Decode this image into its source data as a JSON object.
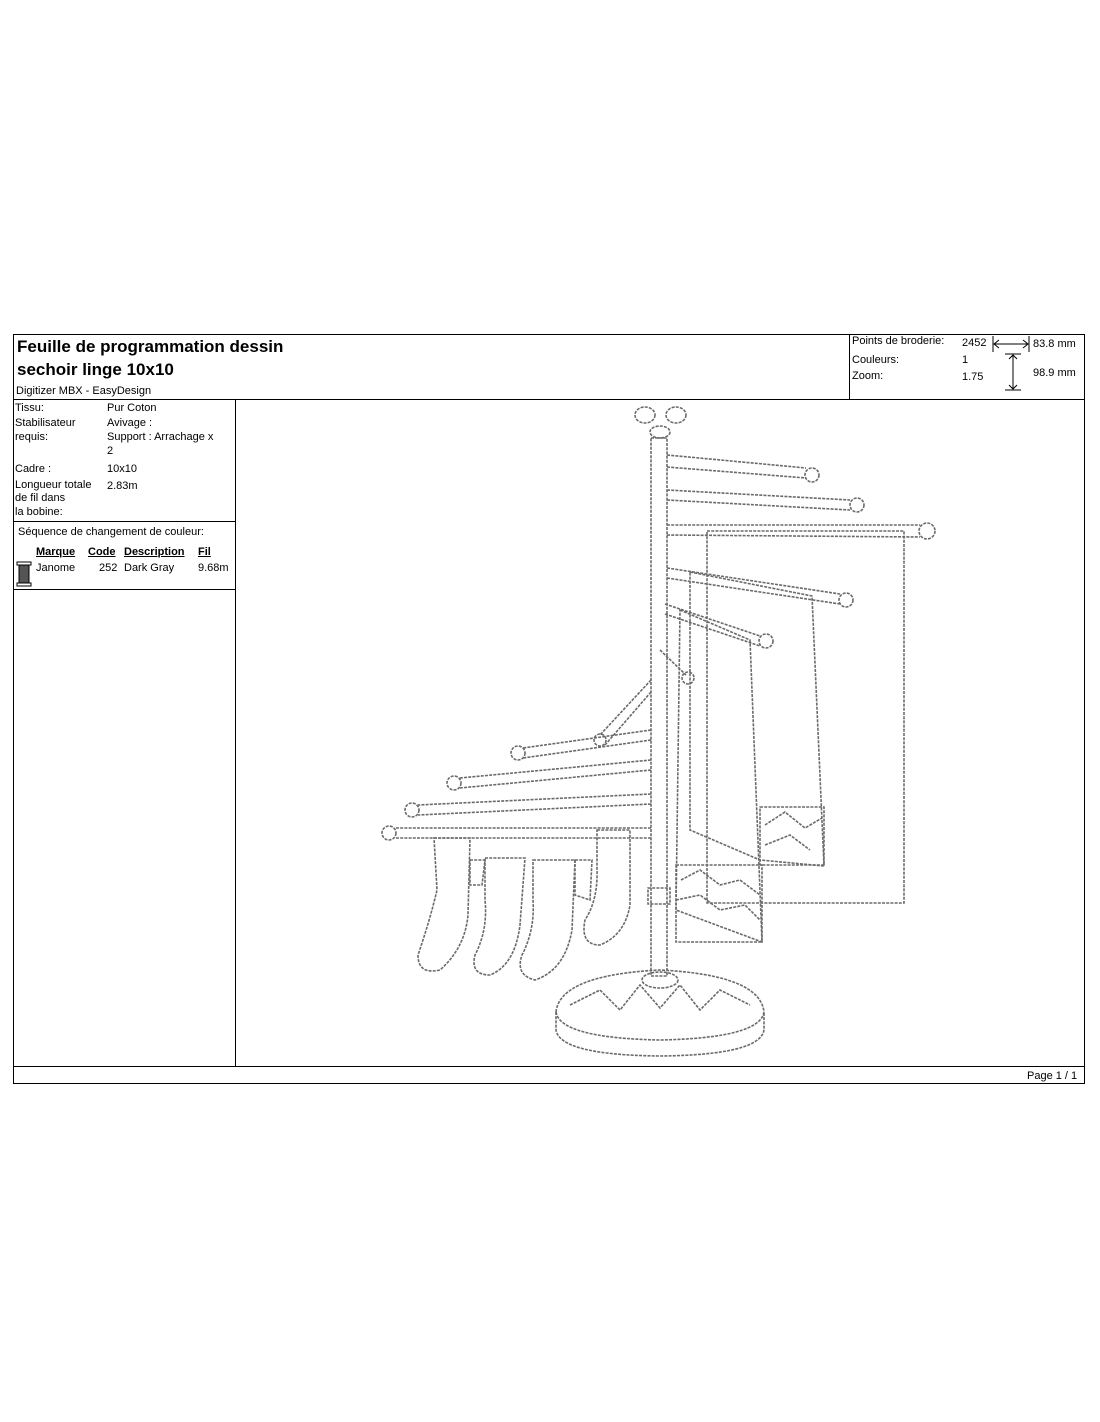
{
  "header": {
    "title_line1": "Feuille de programmation dessin",
    "title_line2": "sechoir linge 10x10",
    "software": "Digitizer MBX - EasyDesign"
  },
  "stats": {
    "points_label": "Points de broderie:",
    "points_value": "2452",
    "colors_label": "Couleurs:",
    "colors_value": "1",
    "zoom_label": "Zoom:",
    "zoom_value": "1.75",
    "width": "83.8 mm",
    "height": "98.9 mm"
  },
  "details": {
    "fabric_label": "Tissu:",
    "fabric_value": "Pur Coton",
    "stabilizer_label_1": "Stabilisateur",
    "stabilizer_label_2": "requis:",
    "stabilizer_value_1": "Avivage :",
    "stabilizer_value_2": "Support : Arrachage x",
    "stabilizer_value_3": "2",
    "frame_label": "Cadre :",
    "frame_value": "10x10",
    "bobbin_label_1": "Longueur totale",
    "bobbin_label_2": "de fil dans",
    "bobbin_label_3": "la bobine:",
    "bobbin_value": "2.83m"
  },
  "sequence": {
    "title": "Séquence de changement de couleur:",
    "headers": [
      "Marque",
      "Code",
      "Description",
      "Fil"
    ],
    "rows": [
      {
        "brand": "Janome",
        "code": "252",
        "description": "Dark Gray",
        "length": "9.68m",
        "color": "#555555"
      }
    ]
  },
  "footer": {
    "page": "Page 1 / 1"
  }
}
